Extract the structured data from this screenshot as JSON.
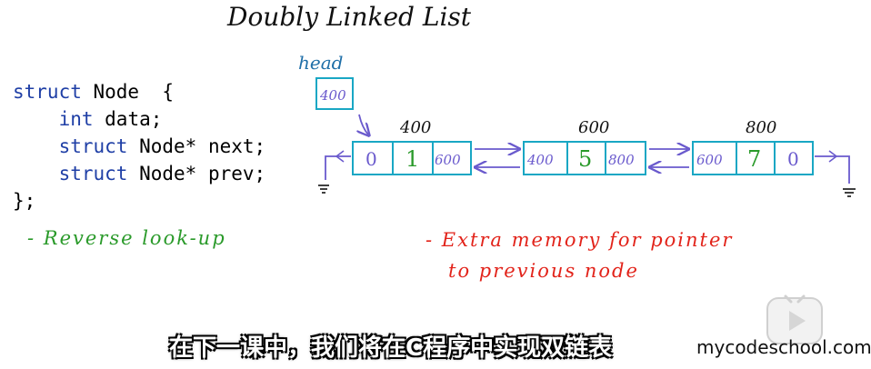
{
  "title": "Doubly Linked List",
  "code": {
    "line1_kw": "struct",
    "line1_rest": " Node  {",
    "line2_kw": "int",
    "line2_rest": " data;",
    "line3_kw": "struct",
    "line3_rest": " Node* next;",
    "line4_kw": "struct",
    "line4_rest": " Node* prev;",
    "line5": "};"
  },
  "diagram": {
    "head_label": "head",
    "head_value": "400",
    "nodes": [
      {
        "address": "400",
        "prev": "0",
        "data": "1",
        "next": "600"
      },
      {
        "address": "600",
        "prev": "400",
        "data": "5",
        "next": "800"
      },
      {
        "address": "800",
        "prev": "600",
        "data": "7",
        "next": "0"
      }
    ]
  },
  "notes": {
    "green": "- Reverse look-up",
    "red_line1": "- Extra memory for pointer",
    "red_line2": "to previous node"
  },
  "subtitle": "在下一课中，我们将在C程序中实现双链表",
  "watermark": "mycodeschool.com",
  "colors": {
    "node_border": "#19a7c4",
    "code_keyword": "#1f3fa6",
    "pointer_ink": "#6a5acd",
    "data_ink": "#2a9a2a",
    "note_green": "#2a9a2a",
    "note_red": "#e2231a"
  }
}
